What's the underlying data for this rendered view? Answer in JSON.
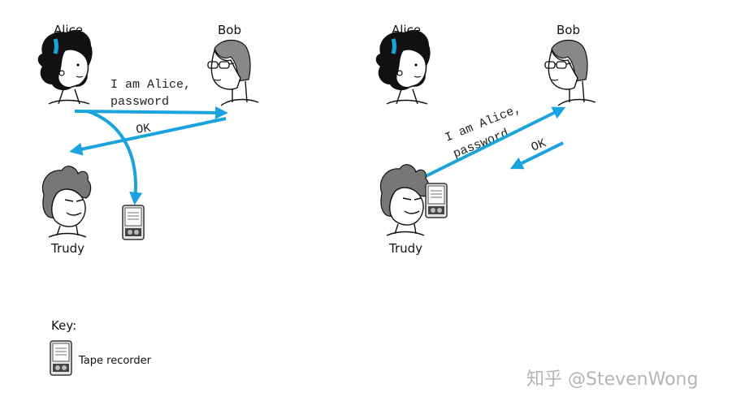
{
  "left_panel": {
    "alice_label": "Alice",
    "bob_label": "Bob",
    "trudy_label": "Trudy",
    "message_line1": "I am Alice,",
    "message_line2": "password",
    "reply": "OK"
  },
  "right_panel": {
    "alice_label": "Alice",
    "bob_label": "Bob",
    "trudy_label": "Trudy",
    "message_line1": "I am Alice,",
    "message_line2": "password",
    "reply": "OK"
  },
  "key": {
    "title": "Key:",
    "tape_recorder_label": "Tape recorder"
  },
  "watermark": "知乎 @StevenWong",
  "colors": {
    "arrow": "#1aa3dc"
  },
  "icons": {
    "person": "person-icon",
    "recorder": "tape-recorder-icon"
  }
}
